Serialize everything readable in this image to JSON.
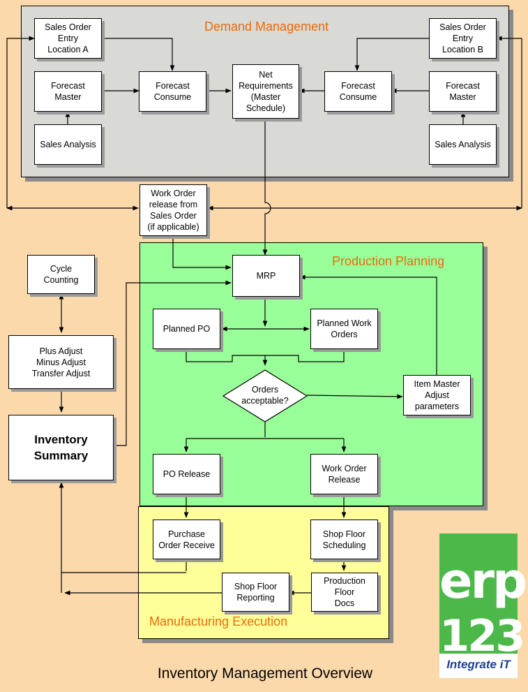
{
  "title": "Inventory Management Overview",
  "regions": {
    "demand": "Demand Management",
    "production": "Production Planning",
    "manufacturing": "Manufacturing Execution"
  },
  "demand": {
    "sales_order_a": "Sales Order\nEntry\nLocation A",
    "sales_order_b": "Sales Order\nEntry\nLocation B",
    "forecast_master_a": "Forecast\nMaster",
    "forecast_master_b": "Forecast\nMaster",
    "forecast_consume_a": "Forecast\nConsume",
    "forecast_consume_b": "Forecast\nConsume",
    "net_requirements": "Net\nRequirements\n(Master\nSchedule)",
    "sales_analysis_a": "Sales Analysis",
    "sales_analysis_b": "Sales Analysis"
  },
  "work_order_release_sales": "Work Order\nrelease from\nSales Order\n(if applicable)",
  "inventory": {
    "cycle_counting": "Cycle\nCounting",
    "adjustments": "Plus Adjust\nMinus Adjust\nTransfer Adjust",
    "summary": "Inventory\nSummary"
  },
  "production": {
    "mrp": "MRP",
    "planned_po": "Planned PO",
    "planned_work_orders": "Planned Work\nOrders",
    "decision": "Orders\nacceptable?",
    "item_master": "Item Master\nAdjust\nparameters",
    "po_release": "PO Release",
    "work_order_release": "Work Order\nRelease"
  },
  "manufacturing": {
    "purchase_order_receive": "Purchase\nOrder Receive",
    "shop_floor_scheduling": "Shop Floor\nScheduling",
    "production_floor_docs": "Production\nFloor\nDocs",
    "shop_floor_reporting": "Shop Floor\nReporting"
  },
  "logo": {
    "erp": "erp",
    "number": "123",
    "tagline": "Integrate iT"
  }
}
